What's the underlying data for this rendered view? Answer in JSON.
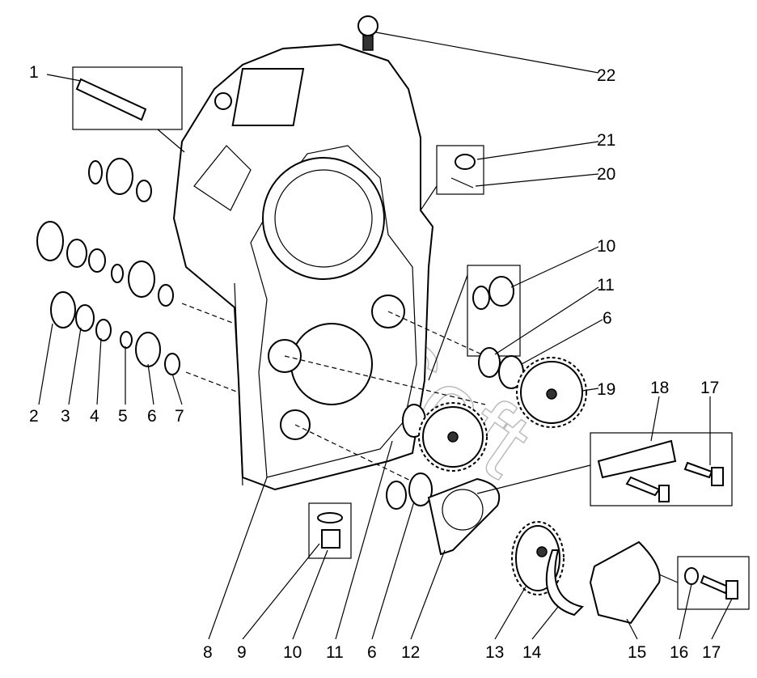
{
  "watermark": "AutoSoft",
  "callouts": {
    "c1": "1",
    "c22": "22",
    "c21": "21",
    "c20": "20",
    "c10r": "10",
    "c11r": "11",
    "c6r": "6",
    "c19": "19",
    "c18": "18",
    "c17r": "17",
    "c2": "2",
    "c3": "3",
    "c4": "4",
    "c5": "5",
    "c6l": "6",
    "c7": "7",
    "c8": "8",
    "c9": "9",
    "c10b": "10",
    "c11b": "11",
    "c6b": "6",
    "c12": "12",
    "c13": "13",
    "c14": "14",
    "c15": "15",
    "c16": "16",
    "c17b": "17"
  }
}
